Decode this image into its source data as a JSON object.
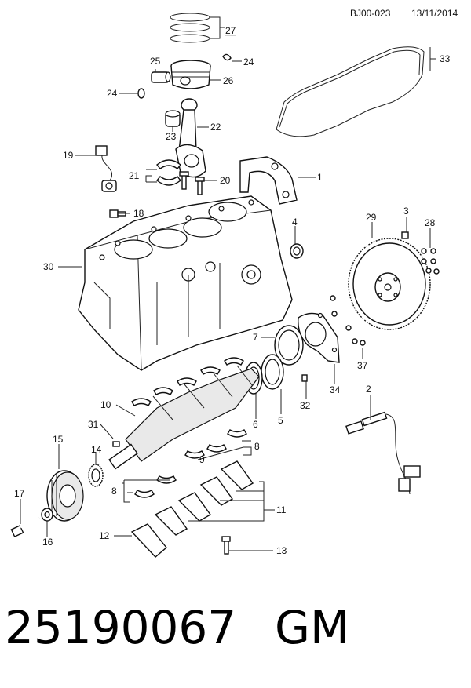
{
  "header": {
    "doc_code": "BJ00-023",
    "date": "13/11/2014"
  },
  "callouts": {
    "c1": "1",
    "c2": "2",
    "c3": "3",
    "c4": "4",
    "c5": "5",
    "c6": "6",
    "c7": "7",
    "c8a": "8",
    "c8b": "8",
    "c9": "9",
    "c10": "10",
    "c11": "11",
    "c12": "12",
    "c13": "13",
    "c14": "14",
    "c15": "15",
    "c16": "16",
    "c17": "17",
    "c18": "18",
    "c19": "19",
    "c20": "20",
    "c21": "21",
    "c22": "22",
    "c23": "23",
    "c24a": "24",
    "c24b": "24",
    "c25": "25",
    "c26": "26",
    "c27": "27",
    "c28": "28",
    "c29": "29",
    "c30": "30",
    "c31": "31",
    "c32": "32",
    "c33": "33",
    "c34": "34",
    "c37": "37"
  },
  "highlight_color": "#cc2222",
  "footer": {
    "part_number": "25190067",
    "brand": "GM"
  }
}
